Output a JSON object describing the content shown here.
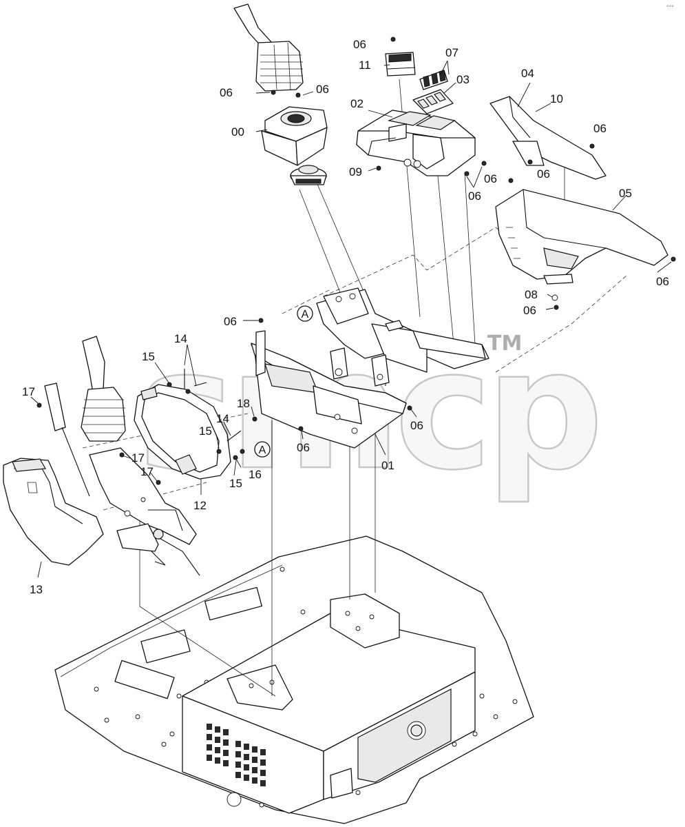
{
  "watermark": {
    "text": "smcp",
    "tm": "TM"
  },
  "corner_mark": "°°°",
  "callouts": [
    {
      "id": "c-06-a",
      "text": "06"
    },
    {
      "id": "c-11",
      "text": "11"
    },
    {
      "id": "c-07",
      "text": "07"
    },
    {
      "id": "c-03",
      "text": "03"
    },
    {
      "id": "c-04",
      "text": "04"
    },
    {
      "id": "c-06-b",
      "text": "06"
    },
    {
      "id": "c-06-c",
      "text": "06"
    },
    {
      "id": "c-02",
      "text": "02"
    },
    {
      "id": "c-10",
      "text": "10"
    },
    {
      "id": "c-06-d",
      "text": "06"
    },
    {
      "id": "c-00",
      "text": "00"
    },
    {
      "id": "c-06-e",
      "text": "06"
    },
    {
      "id": "c-09",
      "text": "09"
    },
    {
      "id": "c-06-f",
      "text": "06"
    },
    {
      "id": "c-06-g",
      "text": "06"
    },
    {
      "id": "c-06-h",
      "text": "06"
    },
    {
      "id": "c-05",
      "text": "05"
    },
    {
      "id": "c-06-i",
      "text": "06"
    },
    {
      "id": "c-08",
      "text": "08"
    },
    {
      "id": "c-06-j",
      "text": "06"
    },
    {
      "id": "c-06-k",
      "text": "06"
    },
    {
      "id": "c-14-a",
      "text": "14"
    },
    {
      "id": "c-15-a",
      "text": "15"
    },
    {
      "id": "c-17-a",
      "text": "17"
    },
    {
      "id": "c-18",
      "text": "18"
    },
    {
      "id": "c-06-l",
      "text": "06"
    },
    {
      "id": "c-14-b",
      "text": "14"
    },
    {
      "id": "c-15-b",
      "text": "15"
    },
    {
      "id": "c-06-m",
      "text": "06"
    },
    {
      "id": "c-17-b",
      "text": "17"
    },
    {
      "id": "c-16",
      "text": "16"
    },
    {
      "id": "c-01",
      "text": "01"
    },
    {
      "id": "c-17-c",
      "text": "17"
    },
    {
      "id": "c-15-c",
      "text": "15"
    },
    {
      "id": "c-12",
      "text": "12"
    },
    {
      "id": "c-13",
      "text": "13"
    }
  ],
  "reference_markers": [
    {
      "id": "ref-a-1",
      "text": "A"
    },
    {
      "id": "ref-a-2",
      "text": "A"
    }
  ]
}
